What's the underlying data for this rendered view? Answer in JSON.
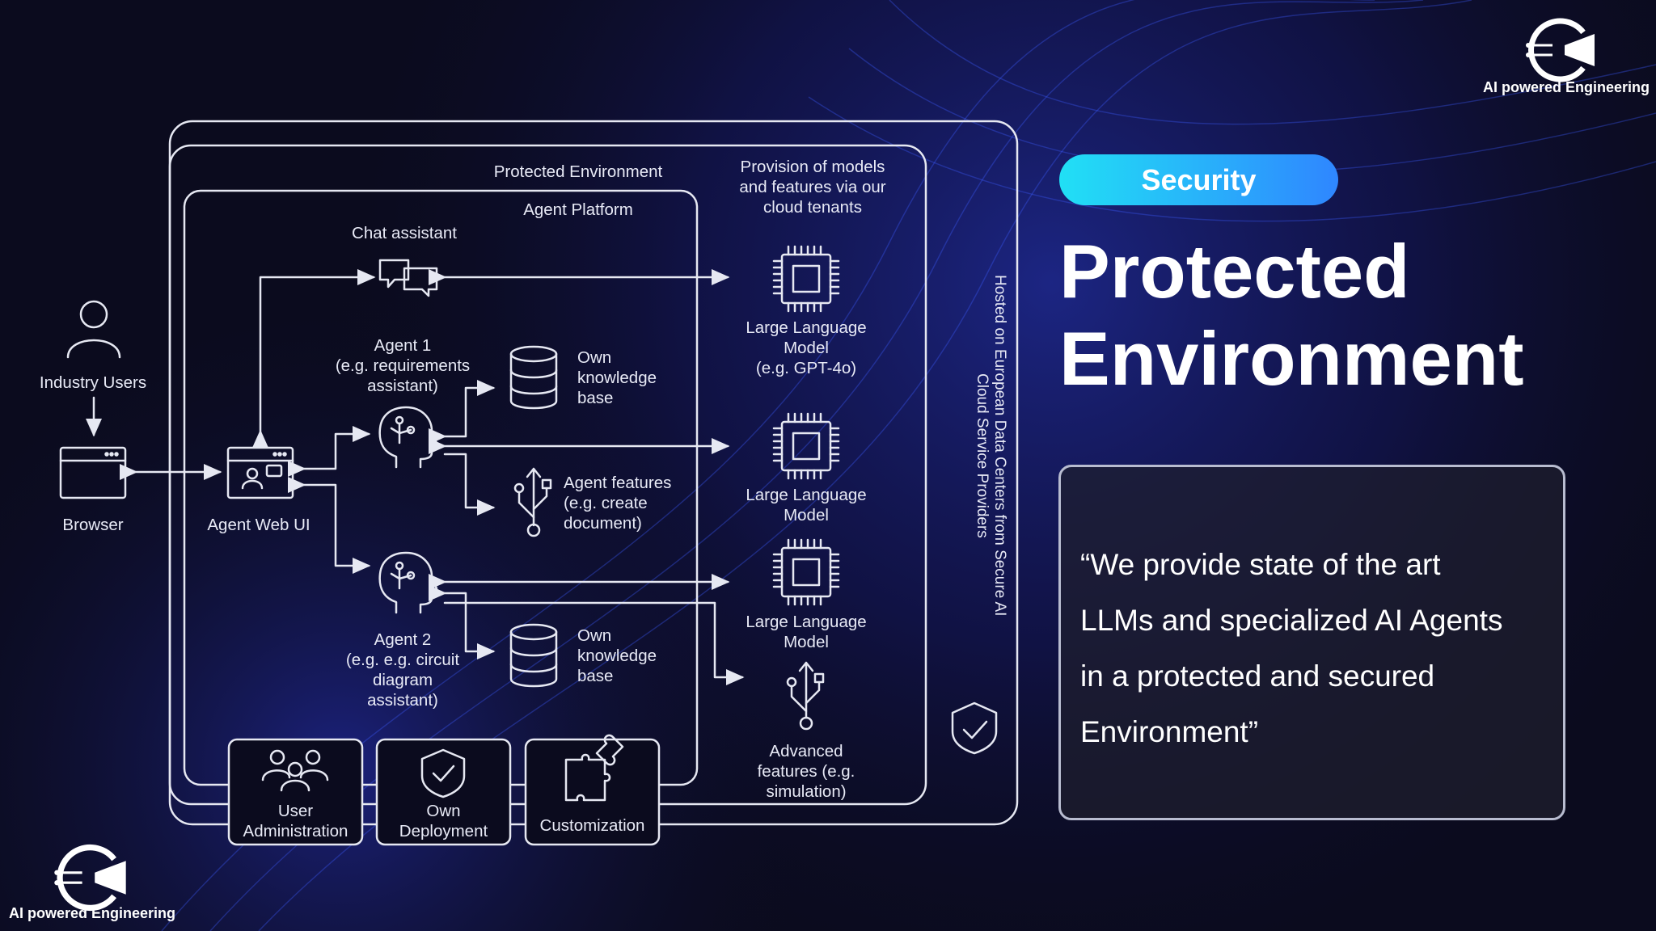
{
  "brand": {
    "name_top": "AI powered Engineering",
    "name_bottom": "AI powered Engineering"
  },
  "badge": {
    "label": "Security"
  },
  "headline": {
    "line1": "Protected",
    "line2": "Environment"
  },
  "quote": {
    "text": "“We provide state of the art\nLLMs and specialized AI Agents\nin a protected and secured\nEnvironment”"
  },
  "diagram": {
    "protected_environment": "Protected Environment",
    "agent_platform": "Agent Platform",
    "provision": "Provision of models\nand features via our\ncloud tenants",
    "hosted_line1": "Hosted on European Data Centers from Secure AI",
    "hosted_line2": "Cloud Service Providers",
    "industry_users": "Industry Users",
    "browser": "Browser",
    "agent_web_ui": "Agent Web UI",
    "chat_assistant": "Chat assistant",
    "agent1": "Agent 1\n(e.g. requirements\nassistant)",
    "agent2": "Agent 2\n(e.g. e.g. circuit\ndiagram\nassistant)",
    "kb1": "Own\nknowledge\nbase",
    "kb2": "Own\nknowledge\nbase",
    "agent_features": "Agent features\n(e.g. create\ndocument)",
    "llm1": "Large Language\nModel\n(e.g. GPT-4o)",
    "llm2": "Large Language\nModel",
    "llm3": "Large Language\nModel",
    "advanced": "Advanced\nfeatures (e.g.\nsimulation)",
    "user_admin": "User\nAdministration",
    "own_deployment": "Own\nDeployment",
    "customization": "Customization"
  },
  "colors": {
    "badge_start": "#21e0f5",
    "badge_end": "#2f86ff",
    "line": "#e6e8f2",
    "background": "#0b0b1e"
  }
}
